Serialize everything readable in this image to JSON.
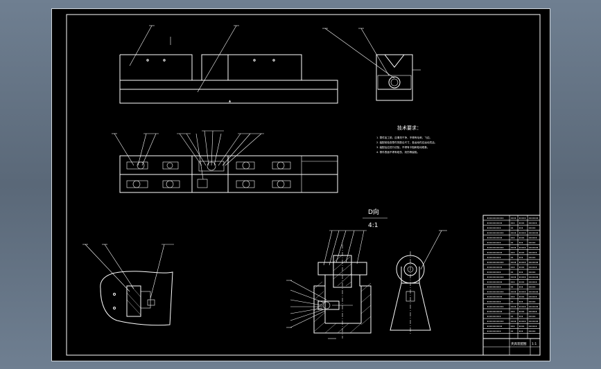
{
  "drawing": {
    "tech_requirements_title": "技术要求：",
    "view_label": "D向",
    "view_scale": "4:1",
    "notes": [
      "1.    零件加工前，应清洗干净，不得有毛刺、飞边。",
      "2.    装配前检查零件的配合尺寸，各运动件应运动灵活。",
      "3.    装配后应进行试验，不得有卡阻和松动现象。",
      "4.    零件表面不得有碰伤、划伤等缺陷。"
    ]
  },
  "title_block": {
    "drawing_name": "夹具装配图",
    "scale": "1:1"
  },
  "colors": {
    "background": "#5e6c7c",
    "sheet": "#000000",
    "lines": "#ffffff"
  }
}
